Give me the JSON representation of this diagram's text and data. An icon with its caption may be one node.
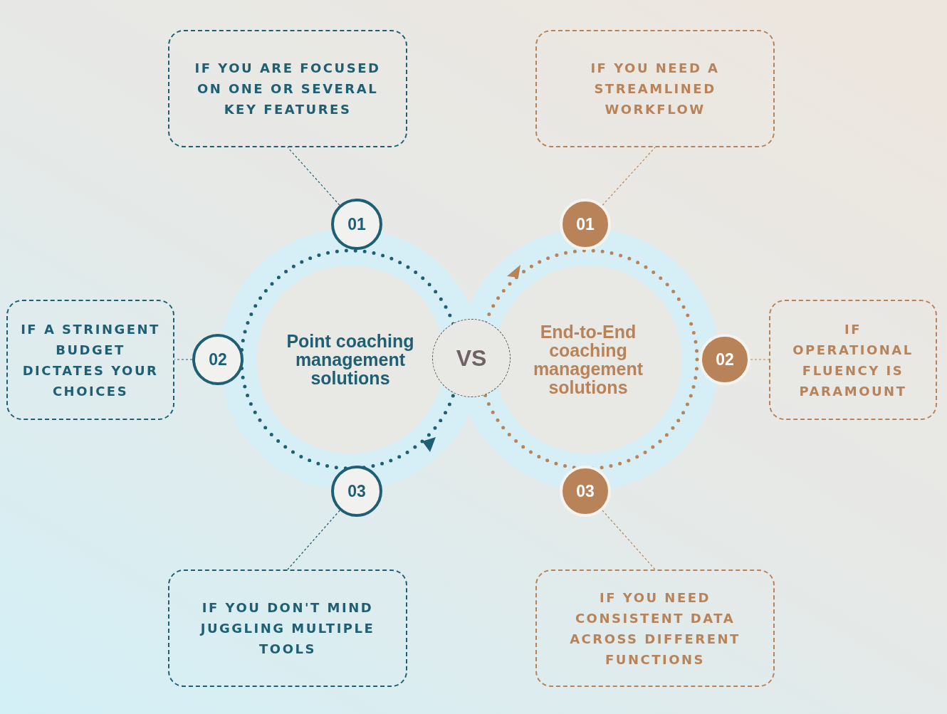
{
  "diagram": {
    "nodes": [
      {
        "text": [
          "Point coaching management solutions"
        ]
      },
      {
        "text": [
          "End-to-End coaching management solutions"
        ]
      },
      {
        "text": [
          "VS"
        ]
      },
      {
        "text": [
          "01"
        ]
      },
      {
        "text": [
          "02"
        ]
      },
      {
        "text": [
          "03"
        ]
      },
      {
        "text": [
          "01"
        ]
      },
      {
        "text": [
          "02"
        ]
      },
      {
        "text": [
          "03"
        ]
      },
      {
        "text": [
          "IF YOU ARE FOCUSED ON ONE OR SEVERAL KEY FEATURES"
        ]
      },
      {
        "text": [
          "IF A STRINGENT BUDGET DICTATES YOUR CHOICES"
        ]
      },
      {
        "text": [
          "IF YOU DON'T MIND JUGGLING MULTIPLE TOOLS"
        ]
      },
      {
        "text": [
          "IF YOU NEED A STREAMLINED WORKFLOW"
        ]
      },
      {
        "text": [
          "IF OPERATIONAL FLUENCY IS PARAMOUNT"
        ]
      },
      {
        "text": [
          "IF YOU NEED CONSISTENT DATA ACROSS DIFFERENT FUNCTIONS"
        ]
      }
    ],
    "edges": [
      {
        "from": 3,
        "to": 9,
        "arrow": "none",
        "style": "dashed",
        "color": "#1f5f73"
      },
      {
        "from": 4,
        "to": 10,
        "arrow": "none",
        "style": "dashed",
        "color": "#1f5f73"
      },
      {
        "from": 5,
        "to": 11,
        "arrow": "none",
        "style": "dashed",
        "color": "#1f5f73"
      },
      {
        "from": 6,
        "to": 12,
        "arrow": "none",
        "style": "dashed",
        "color": "#b9835a"
      },
      {
        "from": 7,
        "to": 13,
        "arrow": "none",
        "style": "dashed",
        "color": "#b9835a"
      },
      {
        "from": 8,
        "to": 14,
        "arrow": "none",
        "style": "dashed",
        "color": "#b9835a"
      }
    ]
  }
}
